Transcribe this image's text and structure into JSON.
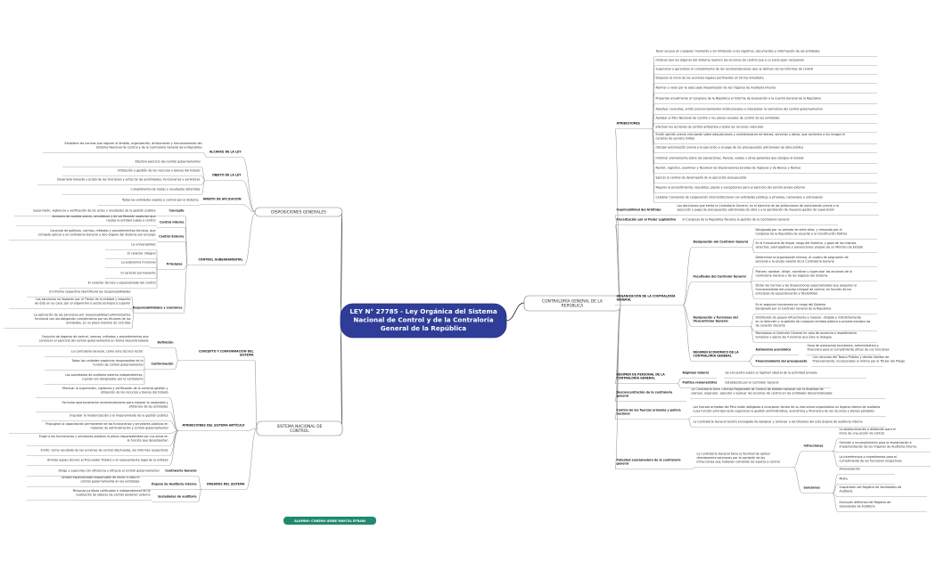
{
  "center": {
    "lines": [
      "LEY N° 27785 - Ley Orgánica del Sistema",
      "Nacional de Control y de la Contraloría",
      "General de la República"
    ]
  },
  "author": "ALUMNO: CONEHO URIBE MAYCOL EFRAIN",
  "branches": {
    "disposiciones": {
      "title": "DISPOSICIONES GENERALES",
      "alcance": {
        "label": "ALCANCE DE LA LEY",
        "text": [
          "Establece las normas que regulan el ámbito, organización, atribuciones y funcionamiento del",
          "Sistema Nacional de Control y de la Contraloría General de la República"
        ]
      },
      "objeto": {
        "label": "OBJETO DE LA LEY",
        "items": [
          "Efectivo ejercicio del control gubernamental",
          "Utilización y gestión de los recursos y bienes del Estado",
          "Desarrollo honesto y probo de las funciones y actos de las autoridades, funcionarios y servidores",
          "Cumplimiento de metas y resultados obtenidos"
        ]
      },
      "ambito": {
        "label": "ÁMBITO DE APLICACIÓN",
        "text": "Todas las entidades sujetas a control por el Sistema"
      },
      "control": {
        "label": "CONTROL GUBERNAMENTAL",
        "concepto": {
          "label": "Concepto",
          "text": "Supervisión, vigilancia y verificación de los actos y resultados de la gestión pública"
        },
        "interno": {
          "label": "Control Interno",
          "text": [
            "Acciones de cautela previa, simultánea y de verificación posterior que",
            "realiza la entidad sujeta a control"
          ]
        },
        "externo": {
          "label": "Control Externo",
          "text": [
            "Conjunto de políticas, normas, métodos y procedimientos técnicos, que",
            "compete aplicar a la Contraloría General u otro órgano del Sistema por encargo"
          ]
        },
        "principios": {
          "label": "Principios",
          "items": [
            "La universalidad",
            "El carácter integral",
            "La autonomía funcional",
            "El carácter permanente",
            "El carácter técnico y especializado del control"
          ]
        },
        "responsabilidades": {
          "label": "Responsabilidades y sanciones",
          "items": [
            "El informe respectivo identificará las responsabilidades",
            "Las sanciones se imponen por el Titular de la entidad y respecto\nde éste en su caso, por el organismo o sector jerárquico superior",
            "La aplicación de las sanciones por responsabilidad administrativa\nfuncional con ola obligación cumplimiento por los titulares de las\nentidades, en un plazo máximo de 120 días"
          ]
        }
      }
    },
    "sistema": {
      "title": [
        "SISTEMA NACIONAL DE",
        "CONTROL"
      ],
      "concepto": {
        "label": [
          "CONCEPTO Y CONFORMACIÓN DEL",
          "SISTEMA"
        ],
        "definicion": {
          "label": "Definición",
          "text": [
            "Conjunto de órganos de control, normas, métodos y procedimientos que",
            "conducen el ejercicio del control gubernamental en forma descentralizada"
          ]
        },
        "conformacion": {
          "label": "Conformación",
          "items": [
            "La Contraloría General, como ente técnico rector",
            "Todas las unidades orgánicas responsables de la\nfunción de control gubernamental",
            "Las sociedades de auditoría externa independientes,\ncuando son designadas por la Contraloría"
          ]
        }
      },
      "atribuciones": {
        "label": "ATRIBUCIONES DEL SISTEMA ARTÍCULO",
        "items": [
          "Efectuar la supervisión, vigilancia y verificación de la correcta gestión y\nutilización de los recursos y bienes del Estado",
          "Formular oportunamente recomendaciones para mejorar la capacidad y\neficiencia de las entidades",
          "Impulsar la modernización y el mejoramiento de la gestión pública",
          "Propugnar la capacitación permanente de los funcionarios y servidores públicos en\nmaterias de administración y control gubernamental",
          "Exigir a los funcionarios y servidores públicos la plena responsabilidad por sus actos en\nla función que desempeñan",
          "Emitir, como resultado de las acciones de control efectuadas, los informes respectivos",
          "Brindar apoyo técnico al Procurador Público o al representante legal de la entidad"
        ]
      },
      "organos": {
        "label": "ÓRGANOS DEL SISTEMA",
        "contraloria": {
          "label": "Contraloría General",
          "text": "Dirige y supervisa con eficiencia y eficacia el control gubernamental"
        },
        "oci": {
          "label": "Órgano de Auditoría Interna",
          "text": [
            "Unidad especializada responsable de llevar a cabo el",
            "control gubernamental en las entidades"
          ]
        },
        "sociedades": {
          "label": "Sociedades de auditoría",
          "text": [
            "Personas jurídicas calificadas e independientes en la",
            "realización de labores de control posterior externo"
          ]
        }
      }
    },
    "contraloria": {
      "title": [
        "CONTRALORÍA GENERAL DE LA",
        "REPÚBLICA"
      ],
      "atribuciones": {
        "label": "ATRIBUCIONES",
        "items": [
          "Tener acceso en cualquier momento y sin limitación a los registros, documentos e información de las entidades",
          "Ordenar que los órganos del Sistema realicen las acciones de control que a su juicio sean necesarios",
          "Supervisar y garantizar el cumplimiento de las recomendaciones que se deriven de los informes de control",
          "Disponer el inicio de las acciones legales pertinentes en forma inmediata",
          "Normar y velar por la adecuada implantación de los Órganos de Auditoría Interna",
          "Presentar anualmente al Congreso de la República el Informe de Evaluación a la Cuenta General de la República",
          "Absolver consultas, emitir pronunciamientos institucionales e interpretar la normativa del control gubernamental",
          "Aprobar el Plan Nacional de Control y los planes anuales de control de las entidades",
          "Efectuar las acciones de control ambiental y sobre los recursos naturales",
          "Emitir opinión previa vinculante sobre adquisiciones y contrataciones de bienes, servicios u obras, que conforme a ley tengan el\ncarácter de secreto militar",
          "Otorgar autorización previa a la ejecución y al pago de los presupuestos adicionales de obra pública",
          "Informar previamente sobre las operaciones, fianzas, avales y otras garantías que otorgue el Estado",
          "Recibir, registrar, examinar y fiscalizar las Declaraciones Juradas de Ingresos y de Bienes y Rentas",
          "Ejercer el control de desempeño de la ejecución presupuestal",
          "Regular el procedimiento, requisitos, plazos y excepciones para el ejercicio del control previo externo",
          "Celebrar Convenios de cooperación interinstitucional con entidades públicas o privadas, nacionales o extranjeras"
        ]
      },
      "inaplicabilidad": {
        "label": "Inaplicabilidad del Arbitraje",
        "text": [
          "Las decisiones que emita la Contraloría General, en el ejercicio de las atribuciones de autorización previa a la",
          "ejecución y pago de presupuestos adicionales de obra y a la aprobación de mayores gastos de supervisión"
        ]
      },
      "fiscalizacion": {
        "label": "Fiscalización por el Poder Legislativo",
        "text": "El Congreso de la República fiscaliza la gestión de la Contraloría General"
      },
      "organizacion": {
        "label": [
          "ORGANIZACIÓN DE LA CONTRALORÍA",
          "GENERAL"
        ],
        "designacion": {
          "label": "Designación del Contralor General",
          "items": [
            "Designado por un periodo de siete años, y removido por el\nCongreso de la República de acuerdo a la Constitución Política",
            "Es el funcionario de mayor rango del Sistema, y goza de los mismos\nderechos, prerrogativas y prevenciones propias de un Ministro de Estado"
          ]
        },
        "facultades": {
          "label": "Facultades del Contralor General",
          "items": [
            "Determinar la organización interna, el cuadro de asignación de\npersonal y la escala salarial de la Contraloría General",
            "Planear, aprobar, dirigir, coordinar y supervisar las acciones de la\nContraloría General y de los órganos del Sistema",
            "Dictar las normas y las disposiciones especializadas que aseguren el\nfuncionamiento del proceso integral de control, en función de los\nprincipios de especialización y flexibilidad"
          ]
        },
        "vicecontralor": {
          "label": [
            "Designación y funciones del",
            "Vicecontralor General"
          ],
          "items": [
            "Es el segundo funcionario en rango del Sistema\nDesignado por el Contralor General de la República",
            "Distribuido de apoyar eficazmente a mejorar, dirigido e indistintamente\nen la dirección y la gestión de cualquier entidad pública o privada excepto las\nde carácter docente",
            "Reemplaza al Contralor General en caso de ausencia o impedimento\ntemporal y ejerce las funciones que éste le delegue"
          ]
        },
        "regimen": {
          "label": [
            "RÉGIMEN ECONÓMICO DE LA",
            "CONTRALORÍA GENERAL"
          ],
          "autonomia": {
            "label": "Autonomía económica",
            "text": "Goza de autonomía económica, administrativa y\nfinanciera para el cumplimiento eficaz de sus funciones"
          },
          "financiamiento": {
            "label": "Financiamiento del presupuesto",
            "text": "Con recursos del Tesoro Público y demás fuentes de\nfinanciamiento, incorporados al mismo por el Titular del Pliego"
          }
        }
      },
      "personal": {
        "label": [
          "RÉGIMEN DE PERSONAL DE LA",
          "CONTRALORÍA GENERAL"
        ],
        "laboral": {
          "label": "Régimen laboral",
          "text": "Se encuentra sujeto al régimen laboral de la actividad privada"
        },
        "remunerativa": {
          "label": "Política remunerativa",
          "text": "Establecida por el Contralor General"
        }
      },
      "desconcentracion": {
        "label": [
          "Desconcentración de la contraloría",
          "general"
        ],
        "text": [
          "La Contraloría tiene Oficinas Regionales de Control de ámbito nacional con la finalidad de",
          "planear, organizar, ejecutar y evaluar las acciones de control en las entidades descentralizadas"
        ]
      },
      "fuerzas": {
        "label": [
          "Control de las fuerzas armadas y policía",
          "nacional"
        ],
        "items": [
          "Las fuerzas armadas del Perú están obligadas a incorporar dentro de su estructura organizativa un órgano interno de auditoría\ncuya función principal sería supervisar la gestión administrativa, económica y financiera de los recursos y bienes estatales",
          "La Contraloría General tendrá encargada de designar y remover a los titulares del este órgano de auditoría interna"
        ]
      },
      "potestad": {
        "label": [
          "Potestad sancionadora de la contraloría",
          "general"
        ],
        "text": [
          "La Contraloría General tiene la facultad de aplicar",
          "directamente sanciones por la comisión de las",
          "infracciones que hubieren cometido los sujetos a control"
        ],
        "infracciones": {
          "label": "Infracciones",
          "items": [
            "La obstaculización o dilatación para el\ninicio de una acción de control",
            "Omisión o incumplimiento para la implantación e\nimplementación de los Órganos de Auditoría Interna",
            "La interferencia o impedimento para el\ncumplimiento de las funciones inspectivas"
          ]
        },
        "sanciones": {
          "label": "Sanciones",
          "items": [
            "Amonestación",
            "Multa",
            "Suspensión del Registro de Sociedades de\nAuditoría",
            "Exclusión definitiva del Registro de\nSociedades de Auditoría"
          ]
        }
      }
    }
  }
}
